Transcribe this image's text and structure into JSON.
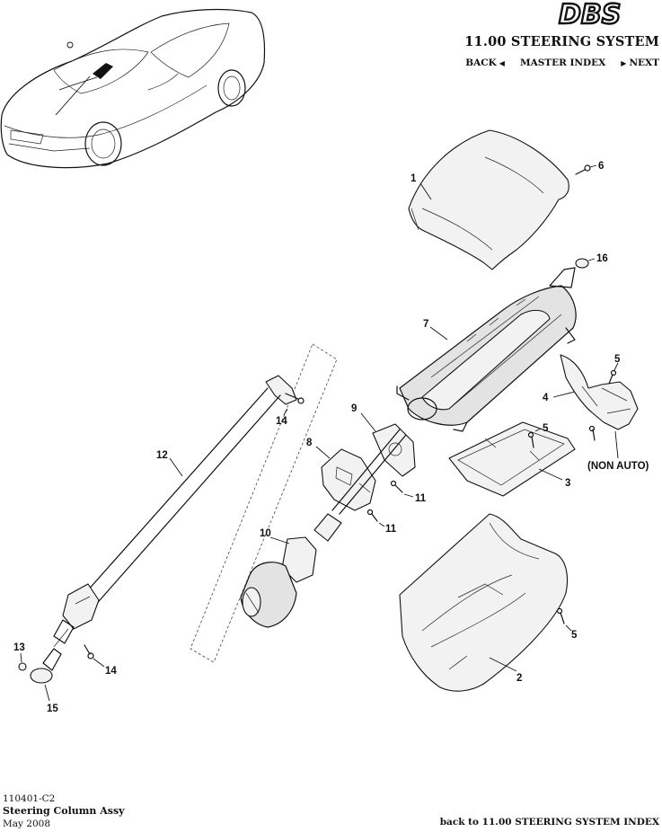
{
  "header": {
    "logo_text": "DBS",
    "section_title": "11.00 STEERING SYSTEM",
    "nav": {
      "back_label": "BACK",
      "master_index_label": "MASTER INDEX",
      "next_label": "NEXT"
    }
  },
  "diagram": {
    "callouts": [
      "1",
      "2",
      "3",
      "4",
      "5",
      "5",
      "5",
      "6",
      "7",
      "8",
      "9",
      "10",
      "11",
      "11",
      "12",
      "13",
      "14",
      "14",
      "15",
      "16"
    ],
    "note": "(NON AUTO)"
  },
  "footer": {
    "illustration_code": "110401-C2",
    "assembly_name": "Steering Column Assy",
    "date": "May 2008",
    "back_index_link": "back to 11.00 STEERING SYSTEM INDEX"
  }
}
